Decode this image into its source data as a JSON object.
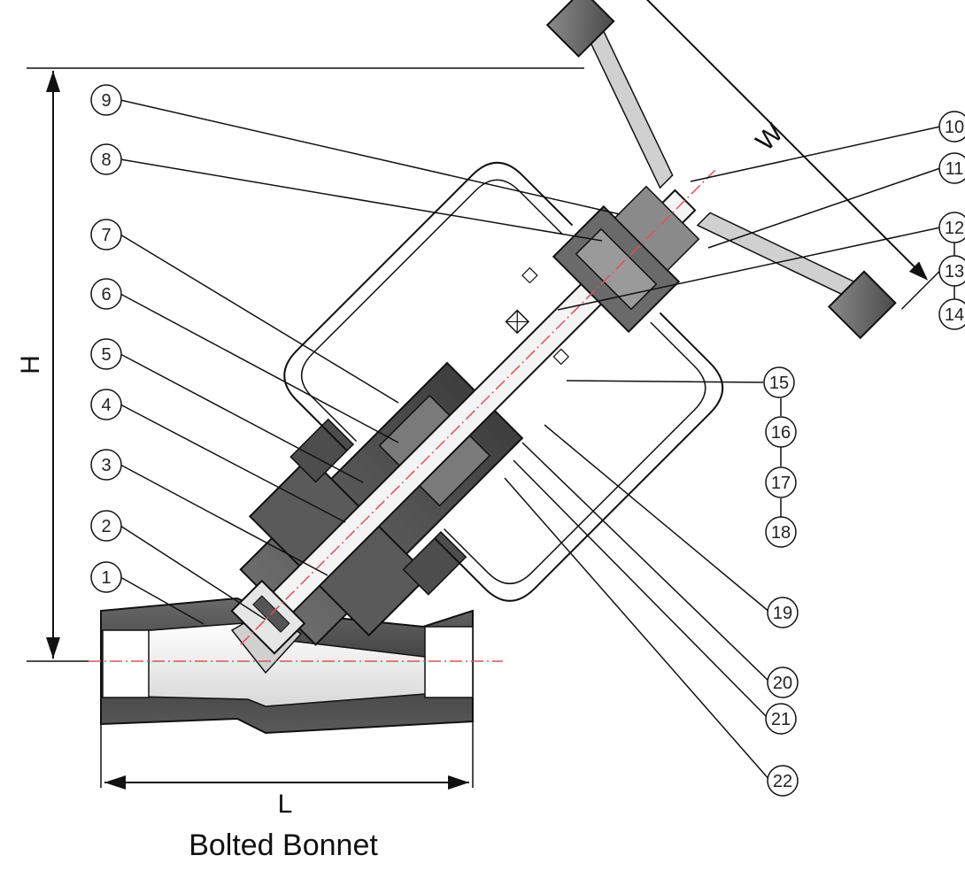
{
  "caption": "Bolted Bonnet",
  "dimensions": {
    "height": "H",
    "length": "L",
    "width": "W"
  },
  "callouts": [
    "1",
    "2",
    "3",
    "4",
    "5",
    "6",
    "7",
    "8",
    "9",
    "10",
    "11",
    "12",
    "13",
    "14",
    "15",
    "16",
    "17",
    "18",
    "19",
    "20",
    "21",
    "22"
  ],
  "colors": {
    "body": "#545454",
    "line": "#111111",
    "centerline": "#e0505a",
    "bubble_fill": "#ffffff"
  }
}
